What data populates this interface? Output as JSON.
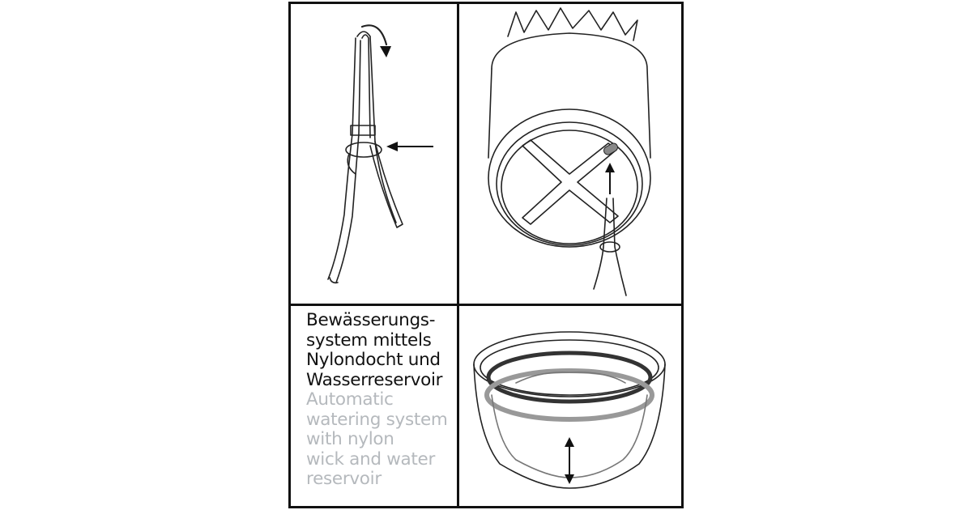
{
  "caption": {
    "german_lines": [
      "Bewässerungs-",
      "system mittels",
      "Nylondocht und",
      "Wasserreservoir"
    ],
    "english_lines": [
      "Automatic",
      "watering system",
      "with nylon",
      "wick and water",
      "reservoir"
    ]
  },
  "colors": {
    "german_text": "#111111",
    "english_text": "#b5b9bd",
    "lines": "#222222"
  }
}
